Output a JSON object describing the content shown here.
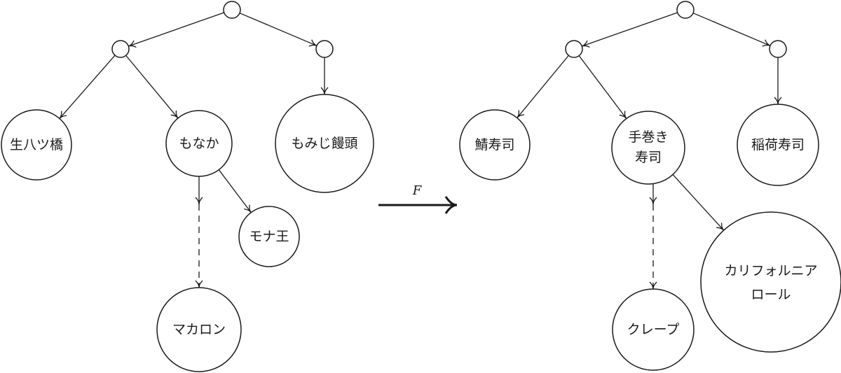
{
  "left_tree": {
    "leaves": {
      "n1": "生八ツ橋",
      "n2": "もなか",
      "n3": "もみじ饅頭",
      "n4": "モナ王",
      "n5": "マカロン"
    }
  },
  "mapping": {
    "label": "F"
  },
  "right_tree": {
    "leaves": {
      "n1": "鯖寿司",
      "n2_line1": "手巻き",
      "n2_line2": "寿司",
      "n3": "稲荷寿司",
      "n4_line1": "カリフォルニア",
      "n4_line2": "ロール",
      "n5": "クレープ"
    }
  }
}
